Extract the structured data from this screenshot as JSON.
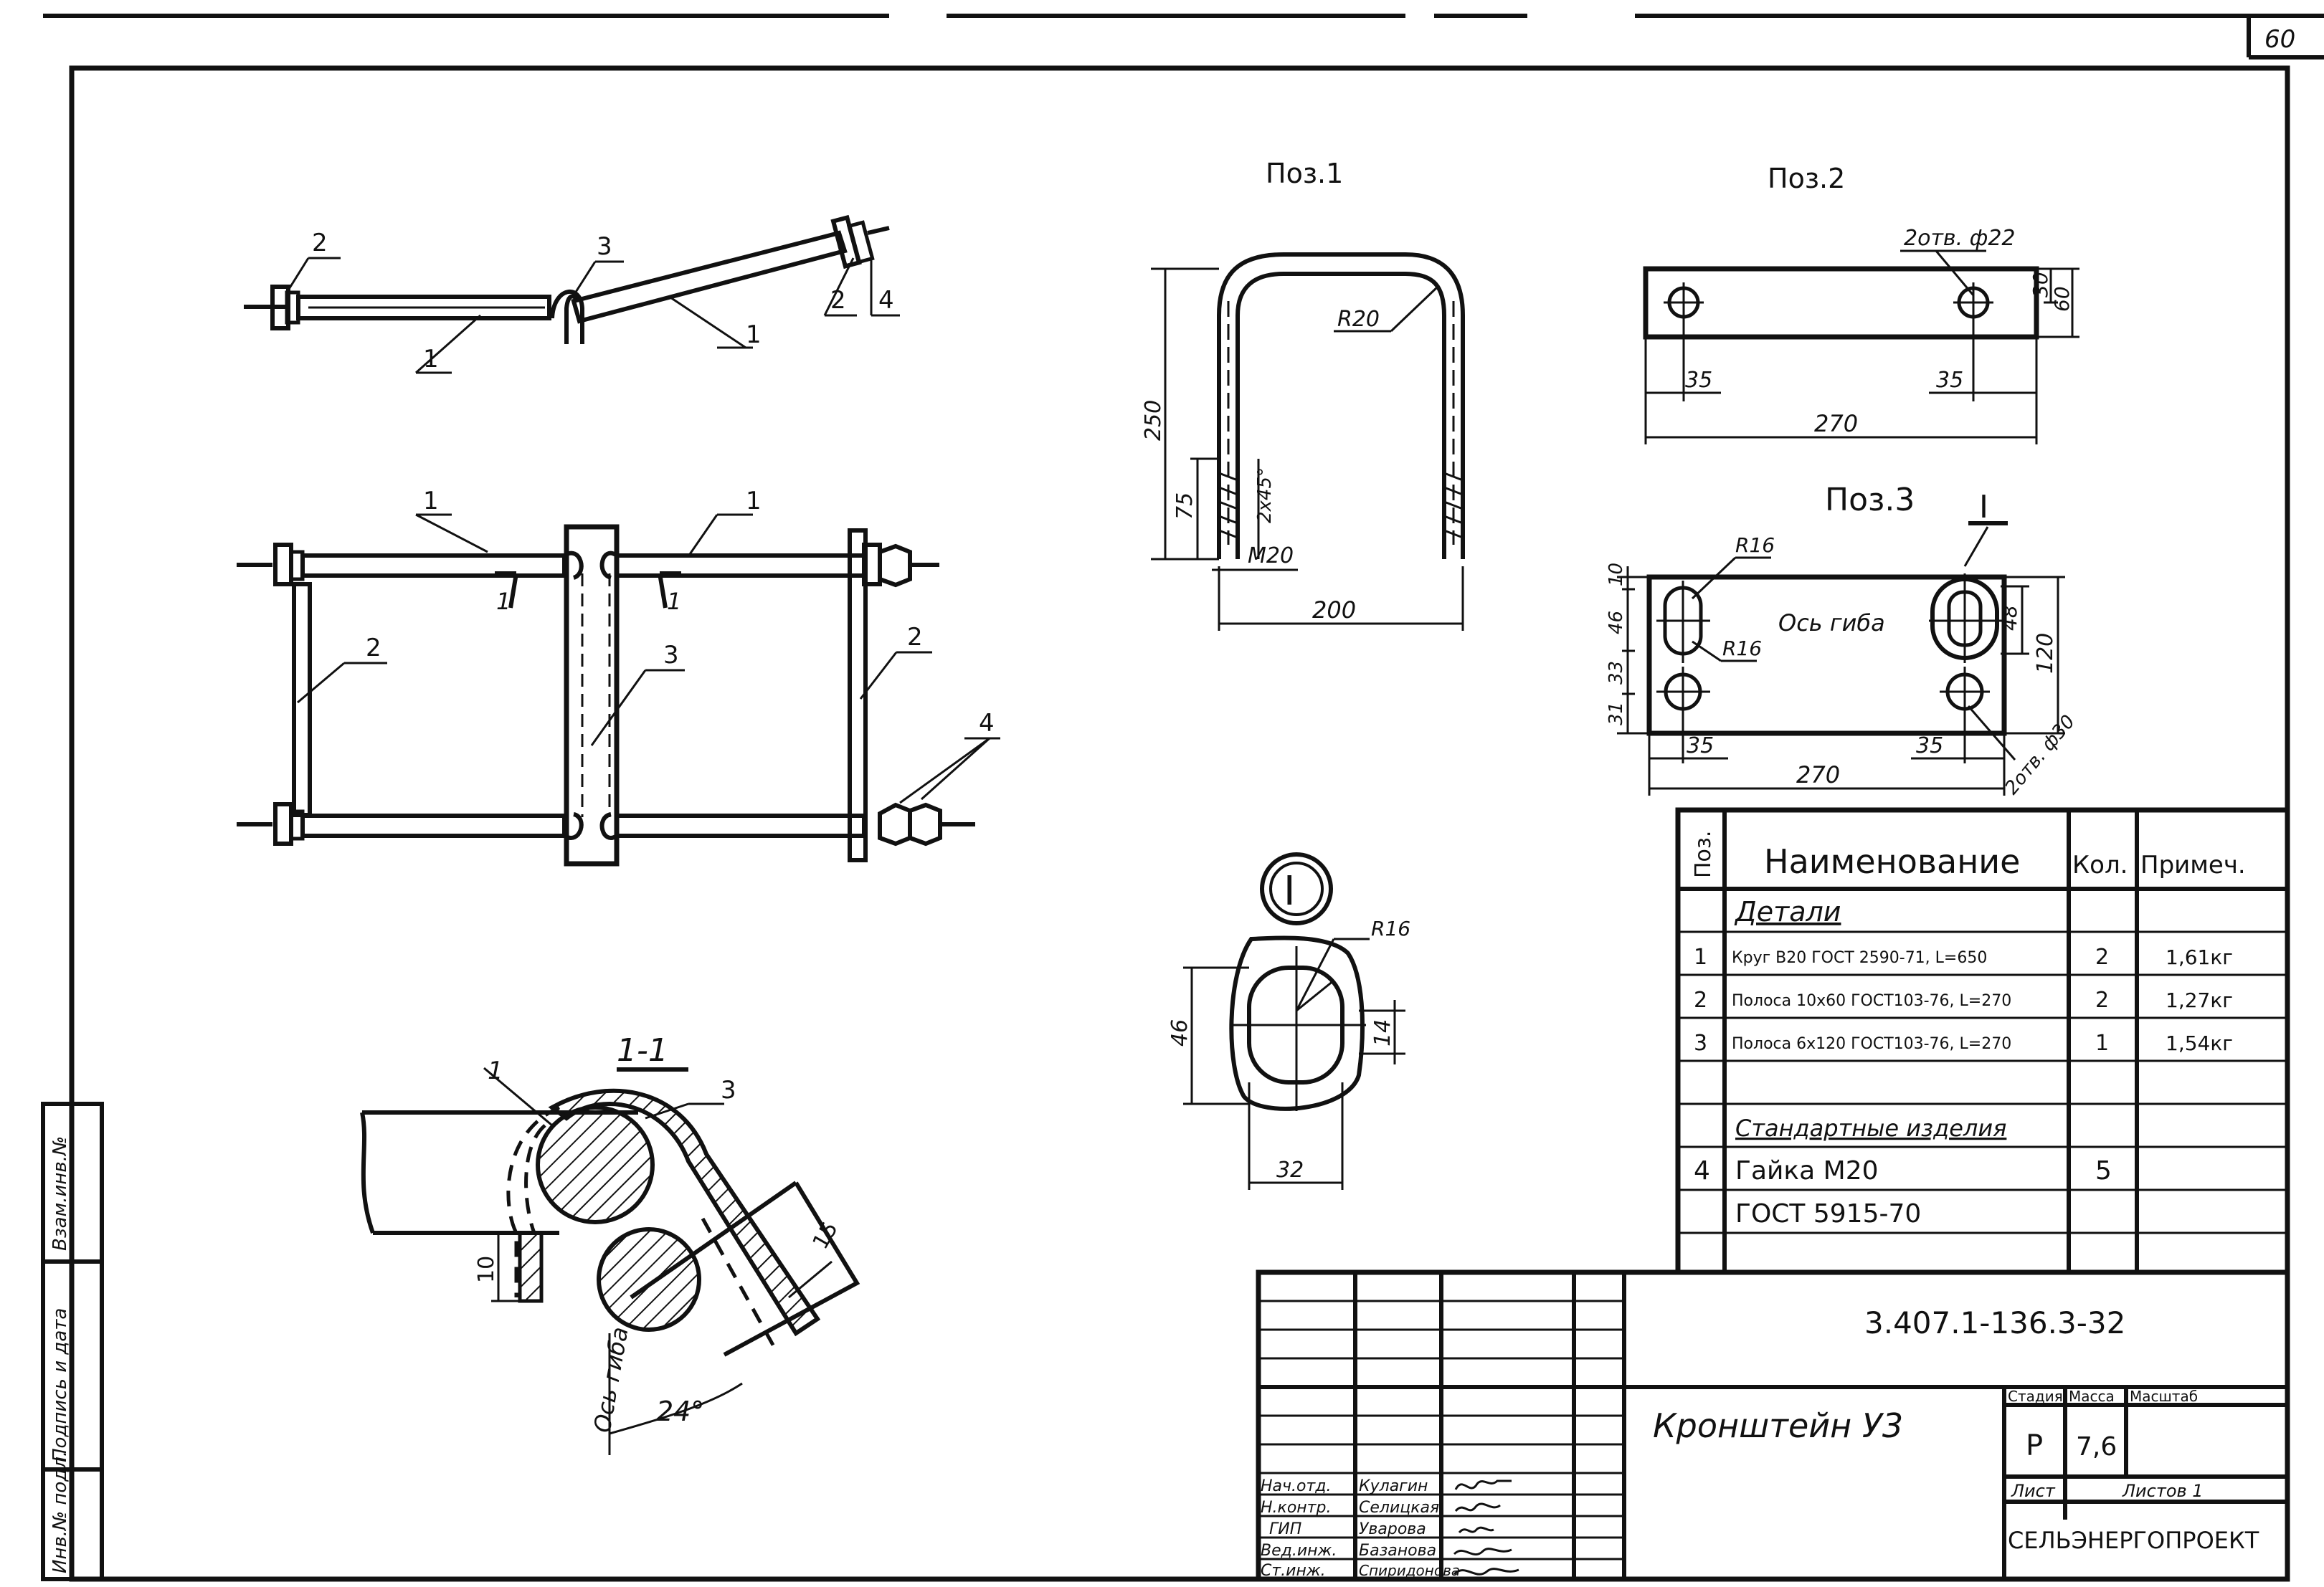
{
  "sheet_number": "60",
  "views": {
    "top_labels": {
      "l1a": "1",
      "l1b": "1",
      "l2a": "2",
      "l2b": "2",
      "l3": "3",
      "l4": "4"
    },
    "front_labels": {
      "l1a": "1",
      "l1b": "1",
      "l2a": "2",
      "l2b": "2",
      "l3": "3",
      "l4": "4",
      "cut_a": "1",
      "cut_b": "1"
    },
    "section": {
      "title": "1-1",
      "l1": "1",
      "l3": "3",
      "dim_10": "10",
      "dim_15": "15",
      "angle": "24°",
      "bend_axis": "Ось гиба"
    }
  },
  "pos1": {
    "title": "Поз.1",
    "dim_250": "250",
    "dim_75": "75",
    "dim_chamfer": "2х45°",
    "thread": "М20",
    "radius": "R20",
    "dim_200": "200"
  },
  "pos2": {
    "title": "Поз.2",
    "holes": "2отв. ф22",
    "dim_30": "30",
    "dim_60": "60",
    "dim_35a": "35",
    "dim_35b": "35",
    "dim_270": "270"
  },
  "pos3": {
    "title": "Поз.3",
    "detail_ref": "I",
    "r16a": "R16",
    "r16b": "R16",
    "bend_axis": "Ось гиба",
    "dim_10": "10",
    "dim_46": "46",
    "dim_33": "33",
    "dim_31": "31",
    "dim_48": "48",
    "dim_120": "120",
    "dim_35a": "35",
    "dim_35b": "35",
    "dim_270": "270",
    "holes": "2отв. ф30"
  },
  "detail_I": {
    "marker": "I",
    "radius": "R16",
    "dim_46": "46",
    "dim_14": "14",
    "dim_32": "32"
  },
  "spec_table": {
    "headers": {
      "pos": "Поз.",
      "name": "Наименование",
      "qty": "Кол.",
      "note": "Примеч."
    },
    "section_details": "Детали",
    "rows": [
      {
        "pos": "1",
        "name": "Круг В20 ГОСТ 2590-71, L=650",
        "qty": "2",
        "note": "1,61кг"
      },
      {
        "pos": "2",
        "name": "Полоса 10х60 ГОСТ103-76, L=270",
        "qty": "2",
        "note": "1,27кг"
      },
      {
        "pos": "3",
        "name": "Полоса 6х120 ГОСТ103-76, L=270",
        "qty": "1",
        "note": "1,54кг"
      }
    ],
    "section_standard": "Стандартные изделия",
    "std_rows": [
      {
        "pos": "4",
        "name": "Гайка М20",
        "name2": "ГОСТ 5915-70",
        "qty": "5",
        "note": ""
      }
    ]
  },
  "title_block": {
    "doc_code": "3.407.1-136.3-32",
    "title": "Кронштейн У3",
    "stage_label": "Стадия",
    "mass_label": "Масса",
    "scale_label": "Масштаб",
    "stage": "Р",
    "mass": "7,6",
    "sheet_label": "Лист",
    "sheets_label": "Листов 1",
    "company": "СЕЛЬЭНЕРГОПРОЕКТ",
    "roles": [
      {
        "role": "Нач.отд.",
        "name": "Кулагин"
      },
      {
        "role": "Н.контр.",
        "name": "Селицкая"
      },
      {
        "role": "ГИП",
        "name": "Уварова"
      },
      {
        "role": "Вед.инж.",
        "name": "Базанова"
      },
      {
        "role": "Ст.инж.",
        "name": "Спиридонова"
      }
    ]
  },
  "side_stamp": {
    "inv_orig": "Инв.№ подл.",
    "sign_date": "Подпись и дата",
    "inv_repl": "Взам.инв.№"
  }
}
